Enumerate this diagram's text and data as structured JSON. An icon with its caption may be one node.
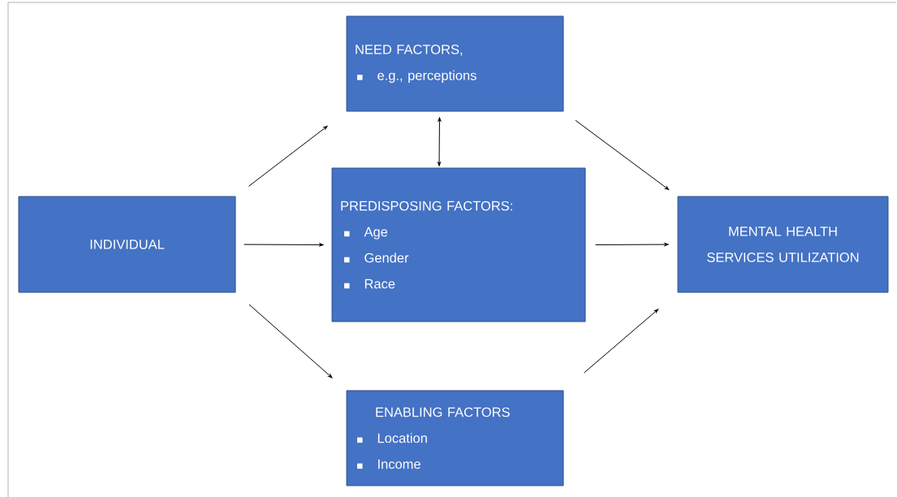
{
  "diagram": {
    "nodes": [
      {
        "text": [
          "NEED FACTORS,",
          "e.g., perceptions"
        ]
      },
      {
        "text": [
          "INDIVIDUAL"
        ]
      },
      {
        "text": [
          "PREDISPOSING FACTORS:",
          "Age",
          "Gender",
          "Race"
        ]
      },
      {
        "text": [
          "MENTAL HEALTH SERVICES UTILIZATION"
        ]
      },
      {
        "text": [
          "ENABLING FACTORS",
          "Location",
          "Income"
        ]
      }
    ],
    "edges": [
      {
        "from": 1,
        "to": 0,
        "arrow": "to"
      },
      {
        "from": 1,
        "to": 2,
        "arrow": "to"
      },
      {
        "from": 1,
        "to": 4,
        "arrow": "to"
      },
      {
        "from": 0,
        "to": 2,
        "arrow": "both"
      },
      {
        "from": 0,
        "to": 3,
        "arrow": "to"
      },
      {
        "from": 2,
        "to": 3,
        "arrow": "to"
      },
      {
        "from": 4,
        "to": 3,
        "arrow": "to"
      }
    ]
  }
}
